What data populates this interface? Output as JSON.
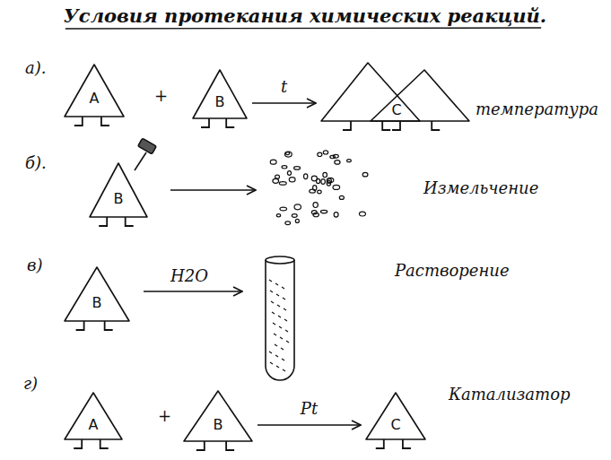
{
  "diagram": {
    "title": "Условия протекания химических реакций.",
    "nodes": [
      {
        "text": [
          "A"
        ]
      },
      {
        "text": [
          "B"
        ]
      },
      {
        "text": [
          "C"
        ]
      },
      {
        "text": [
          "B"
        ]
      },
      {
        "text": [
          "B"
        ]
      },
      {
        "text": [
          "A"
        ]
      },
      {
        "text": [
          "B"
        ]
      },
      {
        "text": [
          "C"
        ]
      }
    ],
    "edges": [
      {
        "from": 1,
        "to": 2,
        "arrow": "to",
        "label": "t"
      },
      {
        "from": 6,
        "to": 7,
        "arrow": "to",
        "label": "Pt"
      }
    ],
    "labels": [
      "а).",
      "+",
      "температура",
      "б).",
      "Измельчение",
      "в)",
      "H2O",
      "Растворение",
      "г)",
      "+",
      "Катализатор"
    ]
  }
}
